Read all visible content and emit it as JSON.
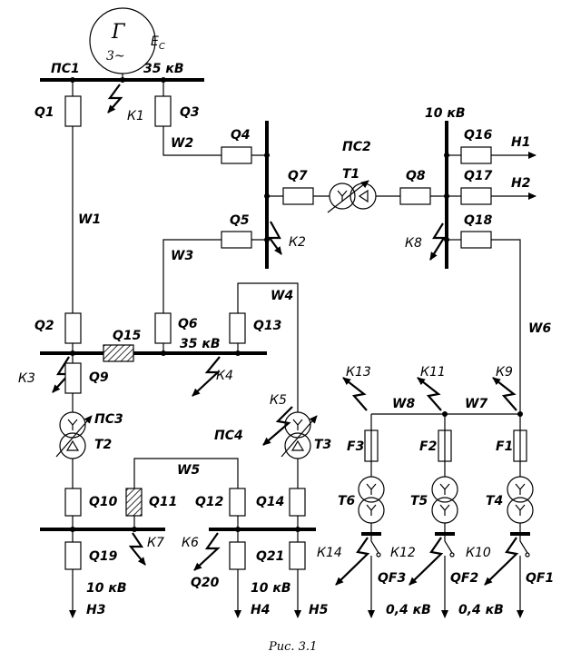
{
  "generator": {
    "symbol": "Г",
    "phases": "3~",
    "emf": "E",
    "emf_sub": "C"
  },
  "substations": {
    "ps1": "ПС1",
    "ps2": "ПС2",
    "ps3": "ПС3",
    "ps4": "ПС4"
  },
  "voltages": {
    "v35_top": "35 кВ",
    "v10_top": "10 кВ",
    "v35_mid": "35 кВ",
    "v10_left": "10 кВ",
    "v10_mid": "10 кВ",
    "v04_a": "0,4 кВ",
    "v04_b": "0,4 кВ"
  },
  "breakers": {
    "q1": "Q1",
    "q2": "Q2",
    "q3": "Q3",
    "q4": "Q4",
    "q5": "Q5",
    "q6": "Q6",
    "q7": "Q7",
    "q8": "Q8",
    "q9": "Q9",
    "q10": "Q10",
    "q11": "Q11",
    "q12": "Q12",
    "q13": "Q13",
    "q14": "Q14",
    "q15": "Q15",
    "q16": "Q16",
    "q17": "Q17",
    "q18": "Q18",
    "q19": "Q19",
    "q20": "Q20",
    "q21": "Q21"
  },
  "lines": {
    "w1": "W1",
    "w2": "W2",
    "w3": "W3",
    "w4": "W4",
    "w5": "W5",
    "w6": "W6",
    "w7": "W7",
    "w8": "W8"
  },
  "transformers": {
    "t1": "T1",
    "t2": "T2",
    "t3": "T3",
    "t4": "T4",
    "t5": "T5",
    "t6": "T6"
  },
  "fuses": {
    "f1": "F1",
    "f2": "F2",
    "f3": "F3"
  },
  "auto_breakers": {
    "qf1": "QF1",
    "qf2": "QF2",
    "qf3": "QF3"
  },
  "loads": {
    "h1": "H1",
    "h2": "H2",
    "h3": "H3",
    "h4": "H4",
    "h5": "H5"
  },
  "faults": {
    "k1": "К1",
    "k2": "К2",
    "k3": "К3",
    "k4": "К4",
    "k5": "К5",
    "k6": "К6",
    "k7": "К7",
    "k8": "К8",
    "k9": "К9",
    "k10": "К10",
    "k11": "К11",
    "k12": "К12",
    "k13": "К13",
    "k14": "К14"
  },
  "caption": "Рис. 3.1"
}
